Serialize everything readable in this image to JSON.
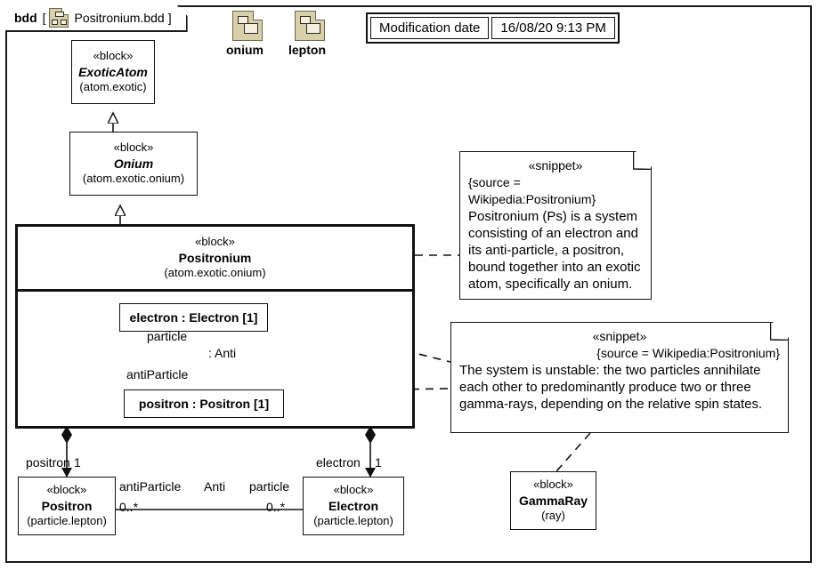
{
  "frame": {
    "kind": "bdd",
    "bracket_open": "[",
    "bracket_close": "]",
    "name": "Positronium.bdd",
    "icon": "bdd-diagram-icon"
  },
  "packages": [
    {
      "label": "onium",
      "icon": "package-icon"
    },
    {
      "label": "lepton",
      "icon": "package-icon"
    }
  ],
  "modification": {
    "label": "Modification date",
    "value": "16/08/20 9:13 PM"
  },
  "blocks": {
    "exotic_atom": {
      "stereotype": "«block»",
      "name": "ExoticAtom",
      "package": "(atom.exotic)"
    },
    "onium": {
      "stereotype": "«block»",
      "name": "Onium",
      "package": "(atom.exotic.onium)"
    },
    "positronium": {
      "stereotype": "«block»",
      "name": "Positronium",
      "package": "(atom.exotic.onium)"
    },
    "positron": {
      "stereotype": "«block»",
      "name": "Positron",
      "package": "(particle.lepton)"
    },
    "electron": {
      "stereotype": "«block»",
      "name": "Electron",
      "package": "(particle.lepton)"
    },
    "gamma_ray": {
      "stereotype": "«block»",
      "name": "GammaRay",
      "package": "(ray)"
    }
  },
  "parts": {
    "electron": "electron : Electron [1]",
    "positron": "positron : Positron [1]"
  },
  "internal_association": {
    "end_top": "particle",
    "type": ": Anti",
    "end_bottom": "antiParticle"
  },
  "composition_edges": [
    {
      "role": "positron",
      "multiplicity": "1"
    },
    {
      "role": "electron",
      "multiplicity": "1"
    }
  ],
  "bottom_association": {
    "left_role": "antiParticle",
    "name": "Anti",
    "right_role": "particle",
    "left_multiplicity": "0..*",
    "right_multiplicity": "0..*"
  },
  "notes": {
    "snippet1": {
      "stereotype": "«snippet»",
      "source": "{source = Wikipedia:Positronium}",
      "text": "Positronium (Ps) is a system consisting of an electron and its anti-particle, a positron, bound together into an exotic atom, specifically an onium."
    },
    "snippet2": {
      "stereotype": "«snippet»",
      "source": "{source = Wikipedia:Positronium}",
      "text": "The system is unstable: the two particles annihilate each other to predominantly produce two or three gamma-rays, depending on the relative spin states."
    }
  },
  "colors": {
    "line": "#111111",
    "package_icon_fill": "#d8d0a8",
    "background": "#ffffff"
  }
}
